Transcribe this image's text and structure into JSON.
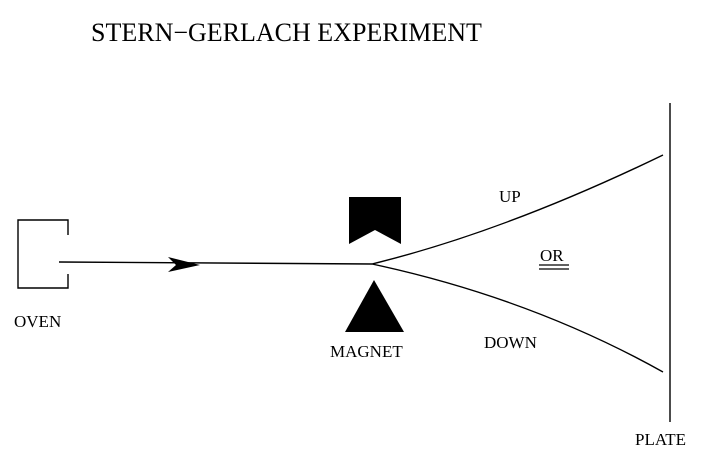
{
  "title": "STERN−GERLACH EXPERIMENT",
  "labels": {
    "oven": "OVEN",
    "magnet": "MAGNET",
    "up": "UP",
    "or": "OR",
    "down": "DOWN",
    "plate": "PLATE"
  },
  "colors": {
    "ink": "#000000",
    "background": "#ffffff"
  }
}
